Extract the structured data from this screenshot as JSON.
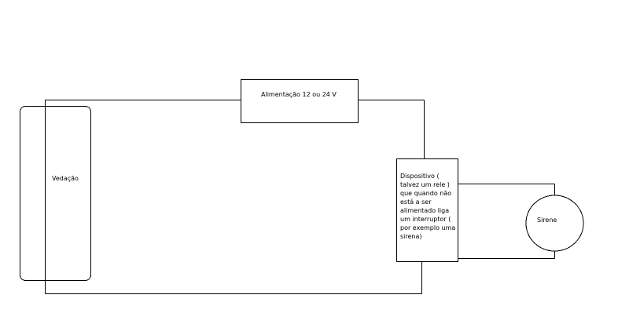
{
  "diagram": {
    "power_supply": {
      "label": "Alimentação 12 ou 24 V"
    },
    "fence": {
      "label": "Vedação"
    },
    "device": {
      "label": "Dispositivo ( talvez um rele ) que quando não está a ser alimentado liga um interruptor ( por exemplo uma sirena)"
    },
    "siren": {
      "label": "Sirene"
    }
  },
  "colors": {
    "background": "#ffffff",
    "stroke": "#000000"
  }
}
